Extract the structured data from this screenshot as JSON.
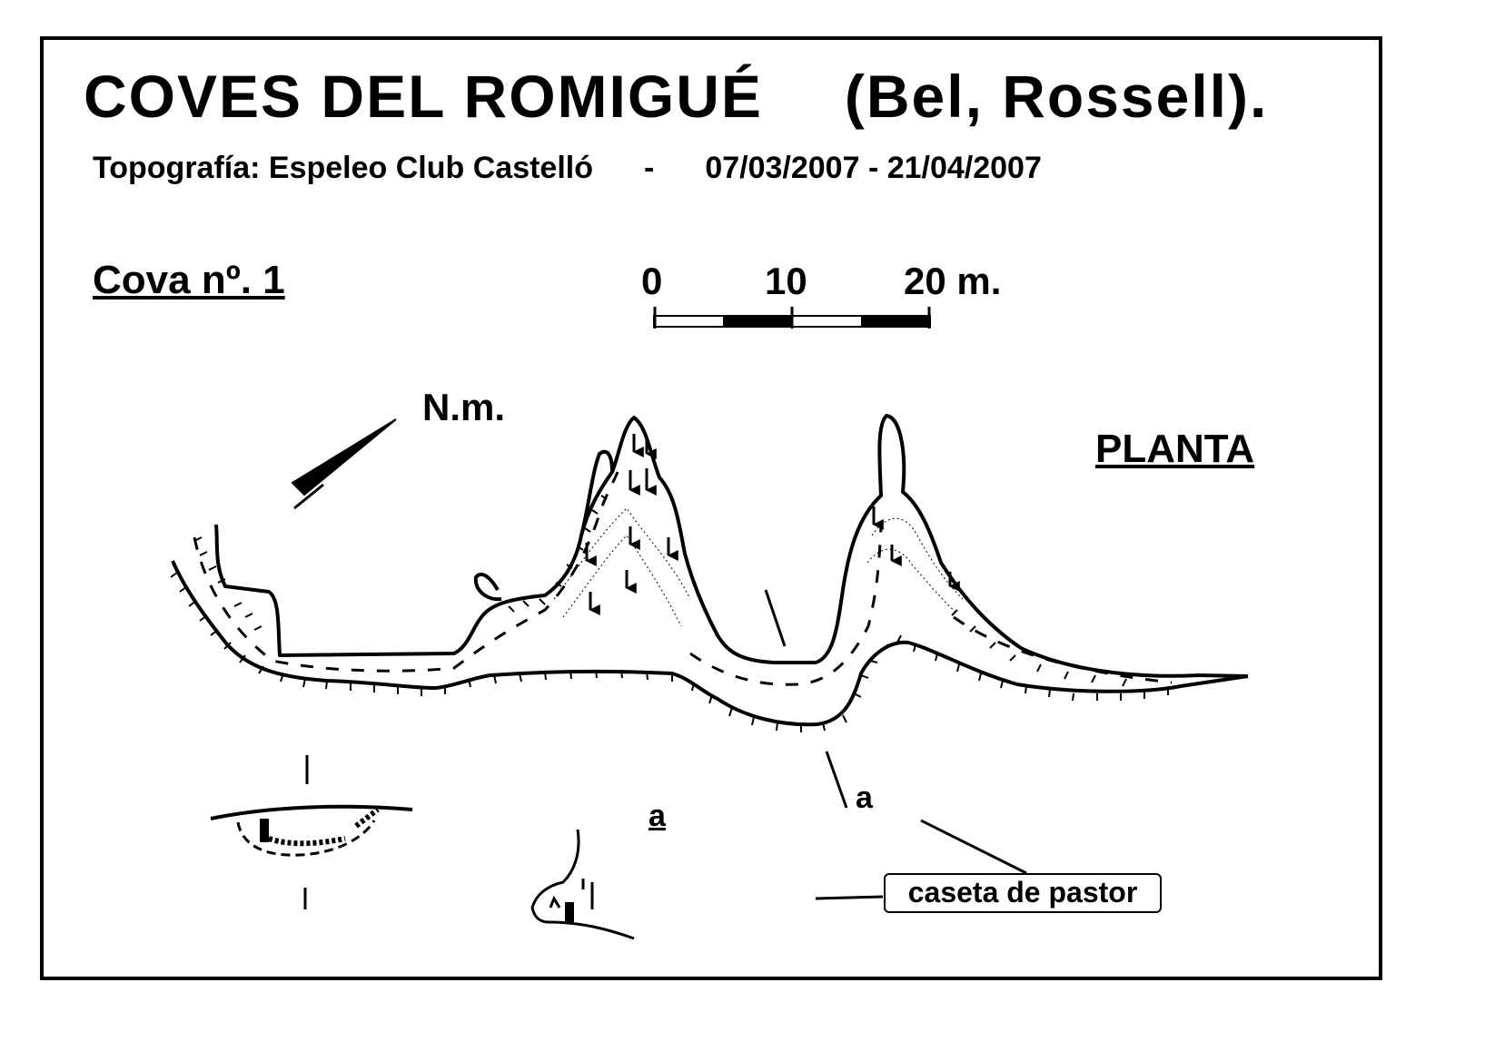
{
  "title": {
    "name": "COVES  DEL  ROMIGUÉ",
    "location": "(Bel,  Rossell)."
  },
  "subtitle": {
    "topography": "Topografía:  Espeleo Club Castelló",
    "separator": "-",
    "dates": "07/03/2007 - 21/04/2007"
  },
  "cave_label": "Cova nº. 1",
  "scale_bar": {
    "labels": [
      "0",
      "10",
      "20 m."
    ]
  },
  "north": {
    "label": "N.m.",
    "icon": "north-arrow-icon"
  },
  "view_label": "PLANTA",
  "section": {
    "label_left": "a",
    "label_right": "a"
  },
  "callout": {
    "text": "caseta de pastor"
  },
  "colors": {
    "ink": "#000000",
    "paper": "#ffffff"
  }
}
